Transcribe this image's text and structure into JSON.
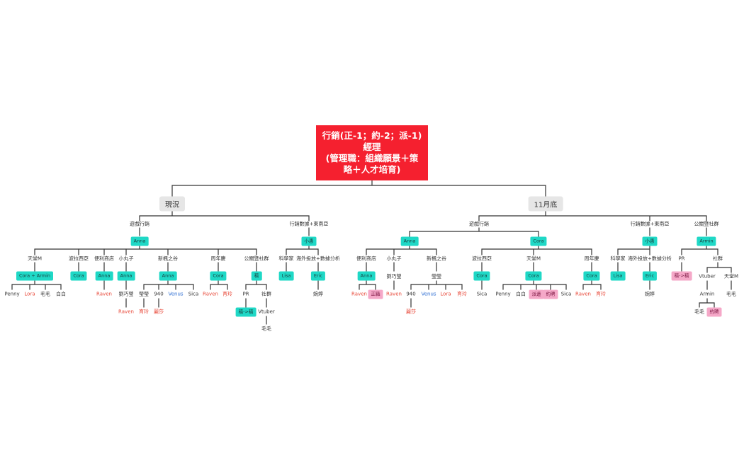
{
  "root": {
    "line1": "行銷(正-1；約-2；派-1)",
    "line2": "經理",
    "line3": "(管理職：組織願景＋策略＋人才培育)"
  },
  "current": {
    "title": "現況",
    "game": {
      "title": "遊戲行銷",
      "lead": "Anna",
      "teams": [
        {
          "name": "天堂M",
          "lead": "Cora + Armin",
          "members": [
            "Penny",
            "Lora",
            "毛毛",
            "白白"
          ]
        },
        {
          "name": "波拉西亞",
          "lead": "Cora"
        },
        {
          "name": "便利商店",
          "lead": "Anna",
          "members": [
            "Raven"
          ]
        },
        {
          "name": "小丸子",
          "lead": "Anna",
          "members": [
            "劉巧瑩"
          ],
          "sub": [
            "Raven"
          ]
        },
        {
          "name": "新楓之谷",
          "lead": "Anna",
          "members": [
            "瑩瑩",
            "940",
            "Venus",
            "Sica"
          ],
          "sub": [
            "育玲",
            "麗莎"
          ]
        },
        {
          "name": "周年慶",
          "lead": "Cora",
          "members": [
            "Raven",
            "育玲"
          ]
        },
        {
          "name": "公關暨社群",
          "lead": "稿",
          "members": [
            "PR",
            "社群"
          ],
          "pr": "稿->稿",
          "vtuber": "Vtuber",
          "vtuber_sub": "毛毛"
        }
      ]
    },
    "ad": {
      "title": "行銷數據+東南亞",
      "lead": "小惠",
      "teams": [
        {
          "name": "科學家",
          "lead": "Lisa"
        },
        {
          "name": "海外投放+數據分析",
          "lead": "Eric",
          "members": [
            "婉婷"
          ]
        }
      ]
    }
  },
  "nov": {
    "title": "11月底",
    "game": {
      "title": "遊戲行銷",
      "anna": {
        "lead": "Anna",
        "teams": [
          {
            "name": "便利商店",
            "lead": "Anna",
            "members": [
              "Raven",
              "正職"
            ]
          },
          {
            "name": "小丸子",
            "members": [
              "劉巧瑩",
              "Raven"
            ]
          },
          {
            "name": "新楓之谷",
            "members": [
              "瑩瑩",
              "940",
              "Venus",
              "Lora",
              "育玲"
            ],
            "sub": [
              "麗莎"
            ]
          }
        ]
      },
      "cora": {
        "lead": "Cora",
        "teams": [
          {
            "name": "波拉西亞",
            "lead": "Cora",
            "members": [
              "Sica"
            ]
          },
          {
            "name": "天堂M",
            "lead": "Cora",
            "members": [
              "Penny",
              "白白",
              "派遣",
              "約聘",
              "Sica"
            ]
          },
          {
            "name": "周年慶",
            "lead": "Cora",
            "members": [
              "Raven",
              "育玲"
            ]
          }
        ]
      }
    },
    "ad": {
      "title": "行銷數據+東南亞",
      "lead": "小惠",
      "teams": [
        {
          "name": "科學家",
          "lead": "Lisa"
        },
        {
          "name": "海外投放+數據分析",
          "lead": "Eric",
          "members": [
            "婉婷"
          ]
        }
      ]
    },
    "pr": {
      "title": "公關暨社群",
      "lead": "Armin",
      "teams": [
        {
          "name": "PR",
          "members": [
            "稿->稿"
          ]
        },
        {
          "name": "社群",
          "sub": [
            {
              "name": "Vtuber",
              "members": [
                "Armin"
              ],
              "sub": [
                "毛毛",
                "約聘"
              ]
            },
            {
              "name": "天堂M",
              "members": [
                "毛毛"
              ]
            }
          ]
        }
      ]
    }
  }
}
